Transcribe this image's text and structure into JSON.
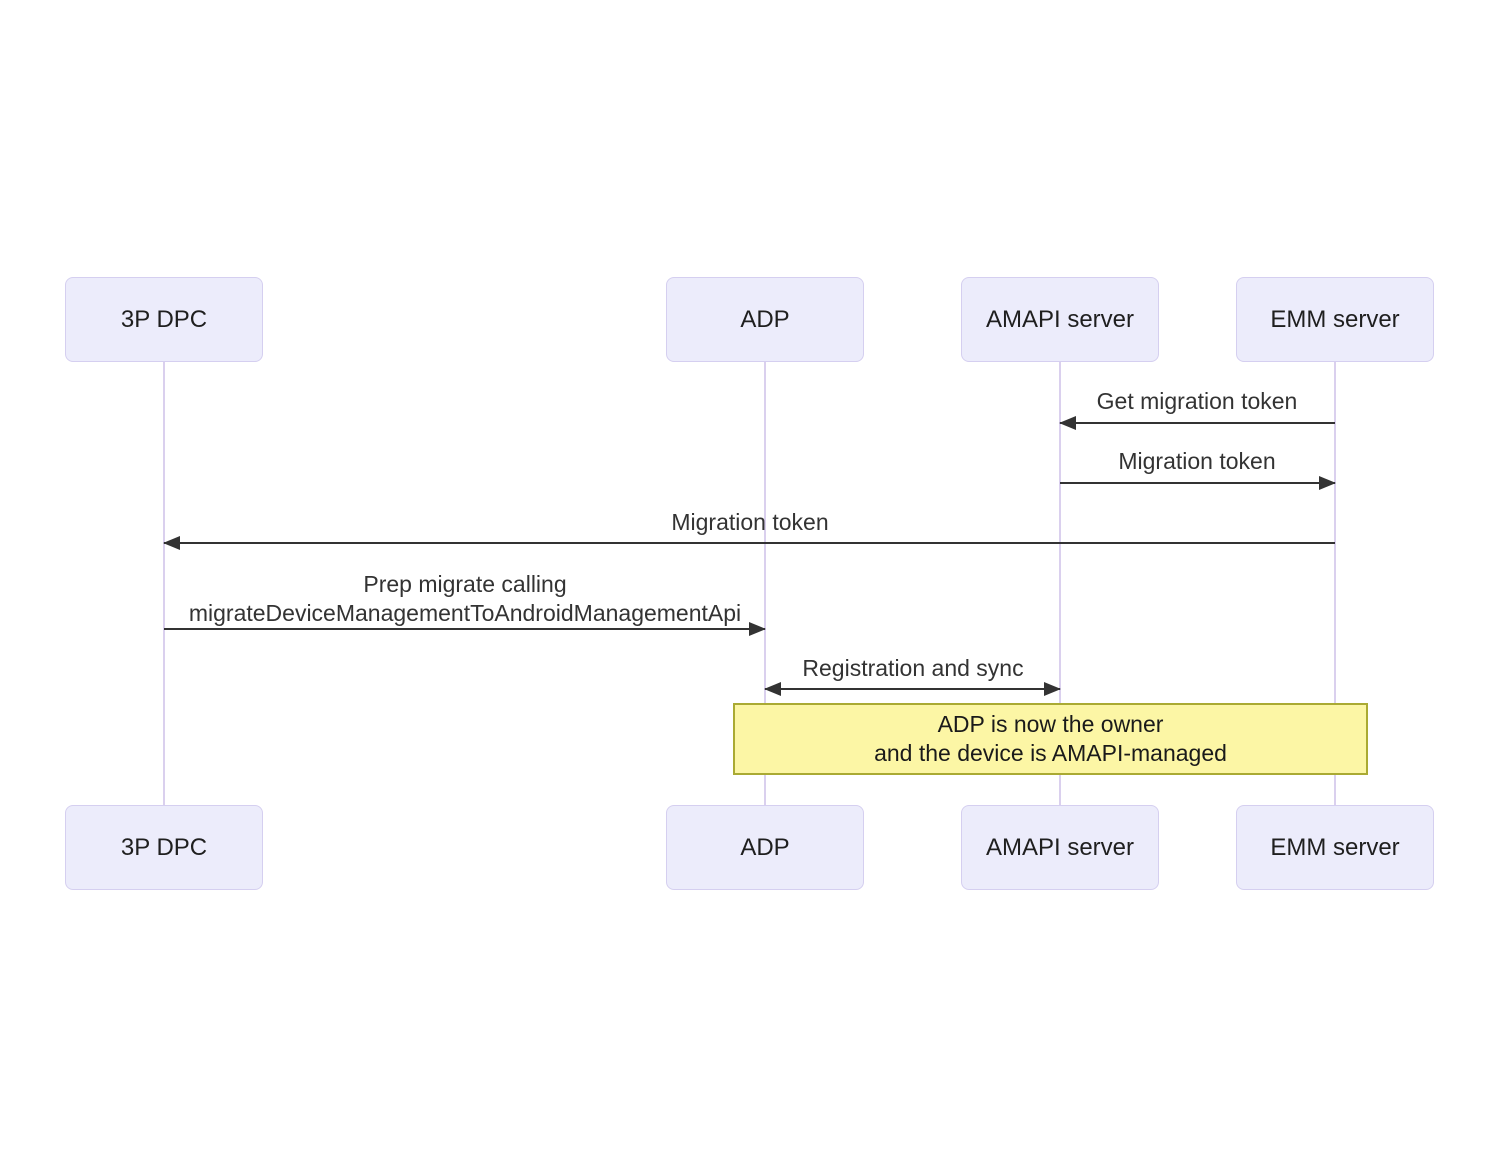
{
  "diagram_type": "sequence-diagram",
  "actors": {
    "dpc": "3P DPC",
    "adp": "ADP",
    "amapi": "AMAPI server",
    "emm": "EMM server"
  },
  "messages": {
    "get_migration_token": "Get migration token",
    "migration_token_response": "Migration token",
    "migration_token_forward": "Migration token",
    "prep_migrate_line1": "Prep migrate calling",
    "prep_migrate_line2": "migrateDeviceManagementToAndroidManagementApi",
    "registration_and_sync": "Registration and sync"
  },
  "note": {
    "line1": "ADP is now the owner",
    "line2": "and the device is AMAPI-managed"
  },
  "colors": {
    "actor_fill": "#ECECFB",
    "actor_border": "#D5CFF0",
    "lifeline": "#DAD0EE",
    "arrow": "#333333",
    "message_text": "#333333",
    "note_fill": "#FCF6A5",
    "note_border": "#AAAA33"
  }
}
